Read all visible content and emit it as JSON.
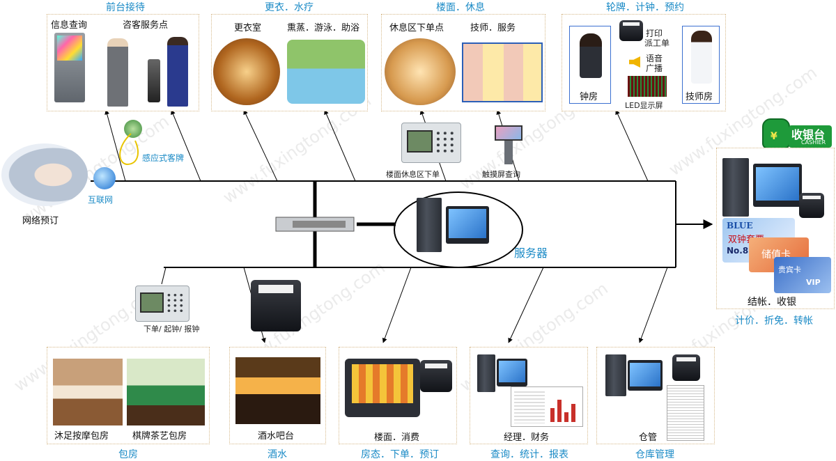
{
  "sections": {
    "front_desk": {
      "title": "前台接待",
      "labels": [
        "信息查询",
        "咨客服务点"
      ]
    },
    "changing": {
      "title": "更衣．水疗",
      "labels": [
        "更衣室",
        "熏蒸．游泳．助浴"
      ]
    },
    "floor_rest": {
      "title": "楼面．休息",
      "labels": [
        "休息区下单点",
        "技师．服务"
      ]
    },
    "rotation": {
      "title": "轮牌．计钟．预约",
      "labels": [
        "钟房",
        "打印",
        "派工单",
        "语音",
        "广播",
        "LED显示屏",
        "技师房"
      ]
    },
    "cashier": {
      "title": "计价．折免．转帐",
      "labels": [
        "结帐．收银"
      ],
      "badge": "收银台",
      "badge_sub": "CASHIER",
      "badge_symbol": "¥"
    },
    "private_rooms": {
      "title": "包房",
      "labels": [
        "沐足按摩包房",
        "棋牌茶艺包房"
      ]
    },
    "drinks": {
      "title": "酒水",
      "labels": [
        "酒水吧台"
      ]
    },
    "room_status": {
      "title": "房态．下单．预订",
      "labels": [
        "楼面．消费"
      ]
    },
    "query": {
      "title": "查询．统计．报表",
      "labels": [
        "经理．财务"
      ]
    },
    "warehouse": {
      "title": "仓库管理",
      "labels": [
        "仓管"
      ]
    }
  },
  "devices": {
    "card_tag": "感应式客牌",
    "internet": "互联网",
    "online_booking": "网络预订",
    "floor_order": "楼面休息区下单",
    "touch_query": "触摸屏查询",
    "order_terminal": "下单/ 起钟/ 报钟",
    "server": "服务器"
  },
  "cards": [
    "BLUE",
    "双钟套票",
    "No.88",
    "储值卡",
    "贵宾卡",
    "VIP"
  ],
  "watermark": "www.fuxingtong.com",
  "colors": {
    "accent": "#1a8ac6",
    "panel_border": "#d6b98a",
    "line": "#000000",
    "badge_green": "#1e9a3a"
  }
}
